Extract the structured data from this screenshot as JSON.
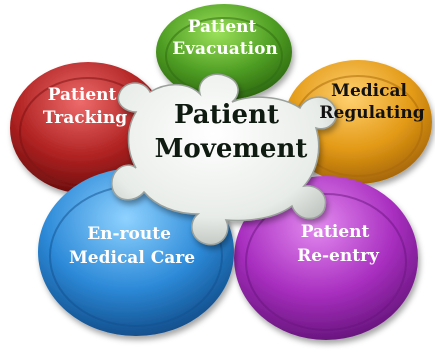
{
  "center": {
    "line1": "Patient",
    "line2": "Movement"
  },
  "petals": [
    {
      "id": "evacuation",
      "line1": "Patient",
      "line2": "Evacuation",
      "color": "#5aa82c",
      "text_color": "#ffffff"
    },
    {
      "id": "regulating",
      "line1": "Medical",
      "line2": "Regulating",
      "color": "#e8a01e",
      "text_color": "#111111"
    },
    {
      "id": "reentry",
      "line1": "Patient",
      "line2": "Re-entry",
      "color": "#b53ec8",
      "text_color": "#ffffff"
    },
    {
      "id": "enroute-care",
      "line1": "En-route",
      "line2": "Medical Care",
      "color": "#2f8fdc",
      "text_color": "#ffffff"
    },
    {
      "id": "tracking",
      "line1": "Patient",
      "line2": "Tracking",
      "color": "#b22626",
      "text_color": "#ffffff"
    }
  ]
}
